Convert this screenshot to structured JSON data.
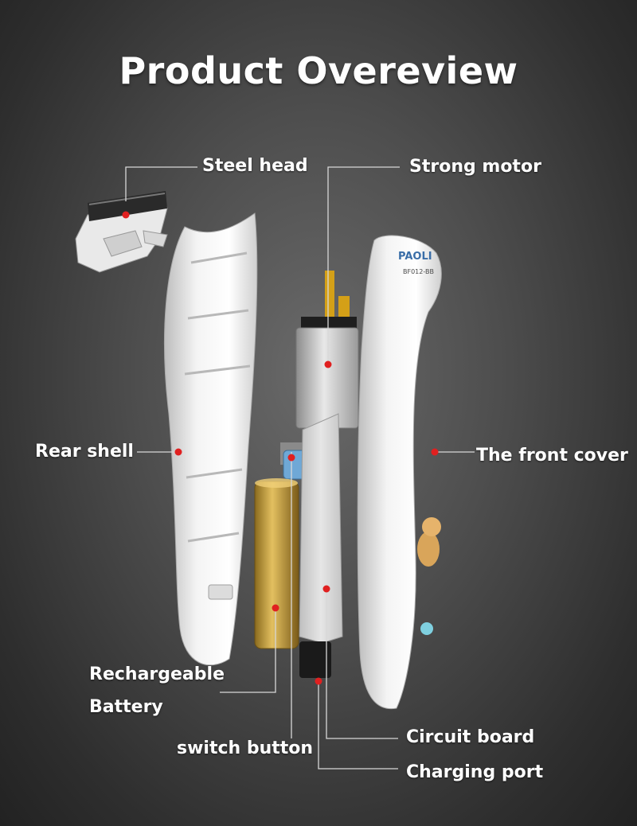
{
  "title": "Product Overeview",
  "brand": {
    "name": "PAOLI",
    "model": "BF012-BB"
  },
  "labels": {
    "steel_head": "Steel head",
    "strong_motor": "Strong motor",
    "rear_shell": "Rear shell",
    "front_cover": "The front cover",
    "battery_line1": "Rechargeable",
    "battery_line2": "Battery",
    "switch_button": "switch button",
    "circuit_board": "Circuit board",
    "charging_port": "Charging port"
  },
  "colors": {
    "background": "#4a4a4a",
    "marker": "#e02020",
    "leader": "#d8d8d8",
    "battery": "#c9a040",
    "motor_pin": "#d4a017",
    "switch": "#6fa8d6"
  }
}
